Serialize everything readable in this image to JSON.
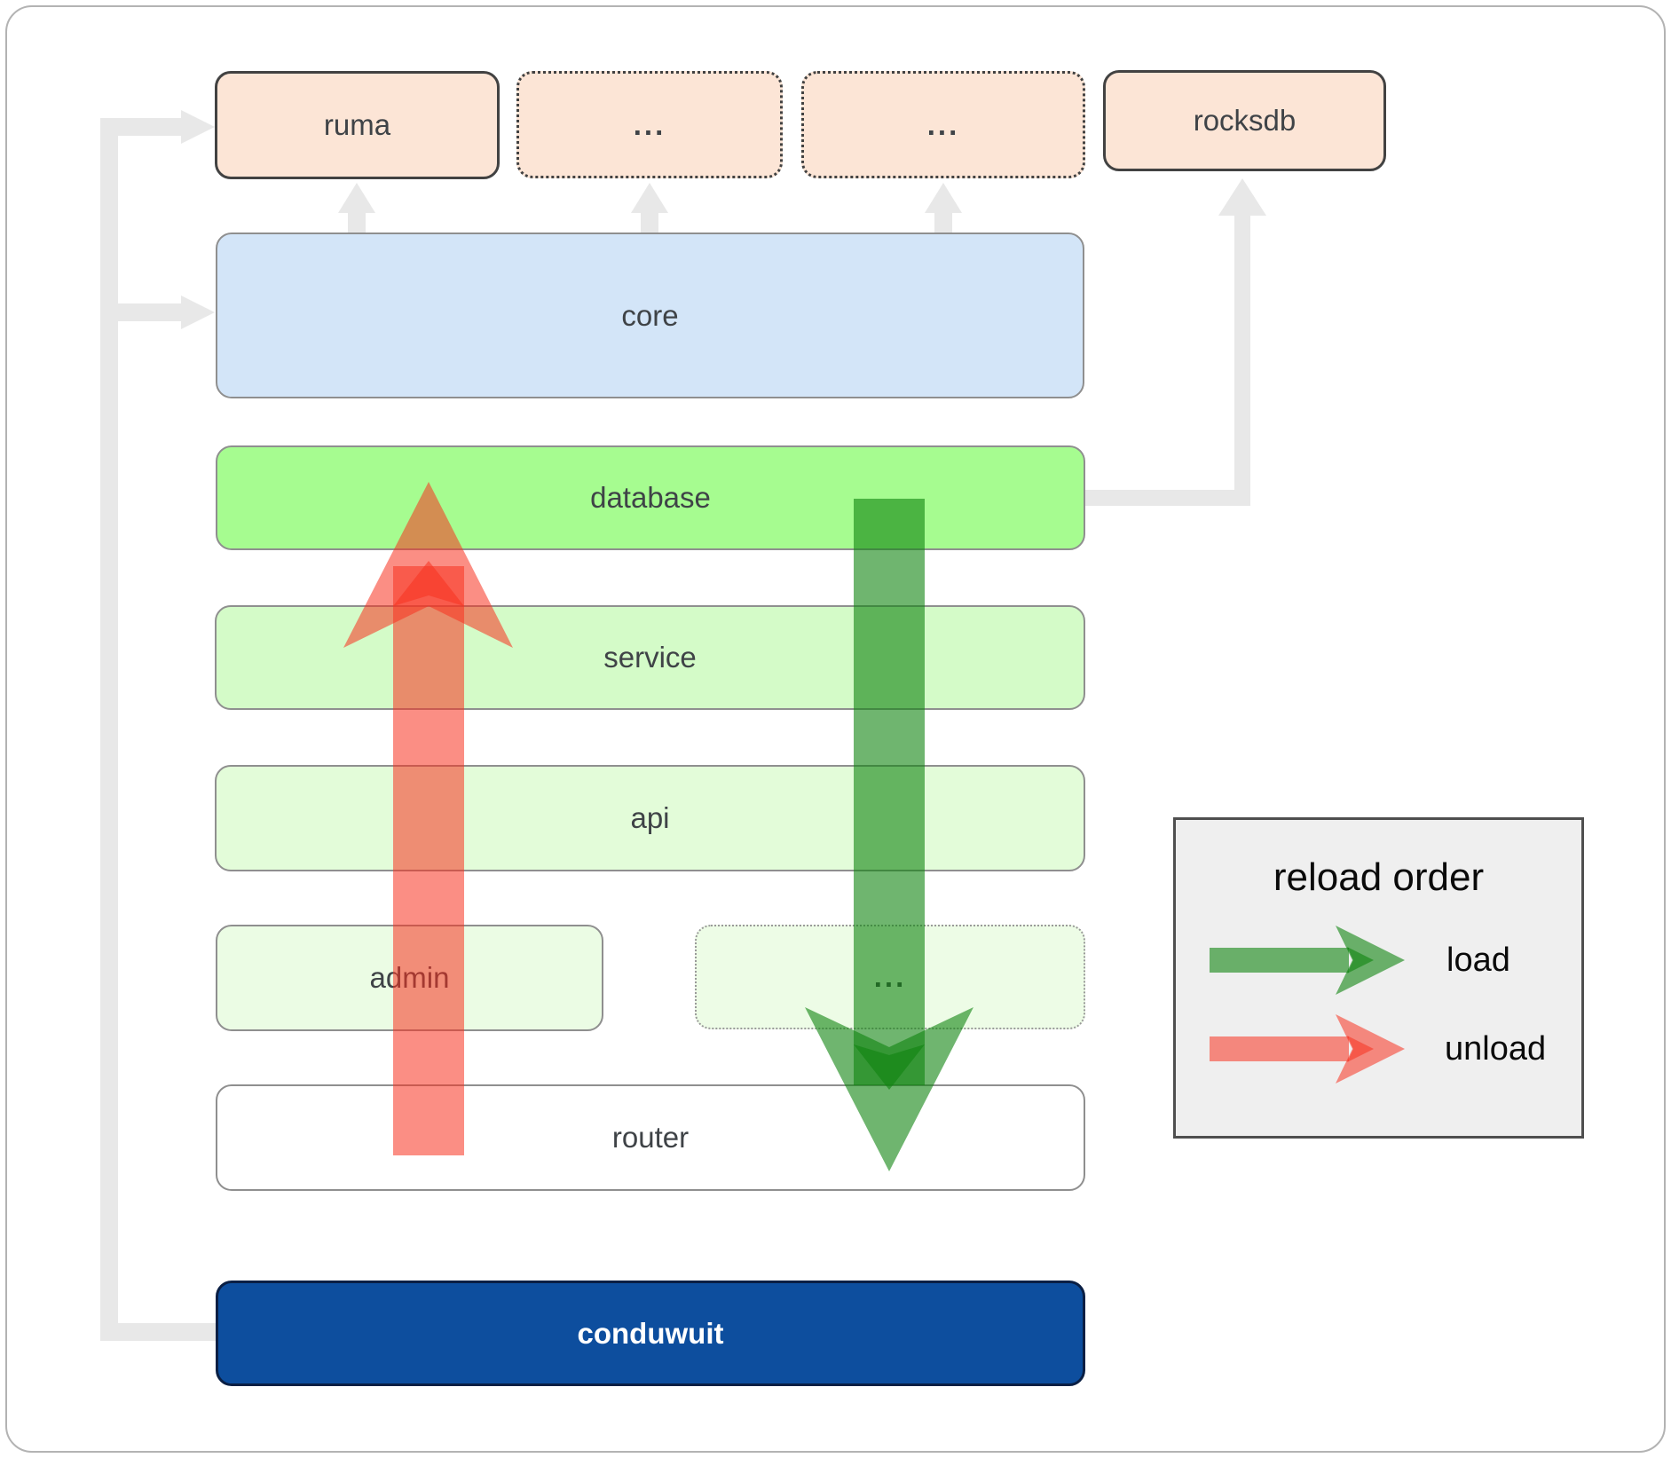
{
  "diagram": {
    "nodes": {
      "ruma": {
        "label": "ruma"
      },
      "dots_top_1": {
        "label": "..."
      },
      "dots_top_2": {
        "label": "..."
      },
      "rocksdb": {
        "label": "rocksdb"
      },
      "core": {
        "label": "core"
      },
      "database": {
        "label": "database"
      },
      "service": {
        "label": "service"
      },
      "api": {
        "label": "api"
      },
      "admin": {
        "label": "admin"
      },
      "dots_bottom": {
        "label": "..."
      },
      "router": {
        "label": "router"
      },
      "conduwuit": {
        "label": "conduwuit"
      }
    },
    "legend": {
      "title": "reload order",
      "items": [
        {
          "label": "load",
          "color": "rgba(15,132,15,0.6)"
        },
        {
          "label": "unload",
          "color": "rgba(248,50,31,0.55)"
        }
      ]
    },
    "colors": {
      "peach_fill": "#fce5d6",
      "core_fill": "#d3e5f8",
      "database_fill": "#a6fc90",
      "service_fill": "#d4fbc8",
      "api_fill": "#e3fcd9",
      "admin_fill": "#ebfce4",
      "router_fill": "#ffffff",
      "conduwuit_fill": "#0d4e9e",
      "connector_gray": "#e8e8e8",
      "label_text": "#3f4347",
      "legend_bg": "#efefef"
    }
  }
}
